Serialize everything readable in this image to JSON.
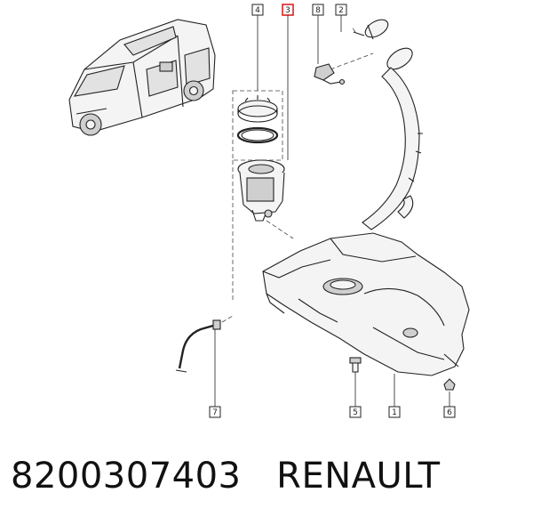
{
  "callouts": {
    "c4": "4",
    "c3": "3",
    "c8": "8",
    "c2": "2",
    "c7": "7",
    "c5": "5",
    "c1": "1",
    "c6": "6"
  },
  "colors": {
    "highlight": "#dd2222",
    "line": "#222222"
  },
  "footer": {
    "part_number": "8200307403",
    "brand": "RENAULT"
  }
}
